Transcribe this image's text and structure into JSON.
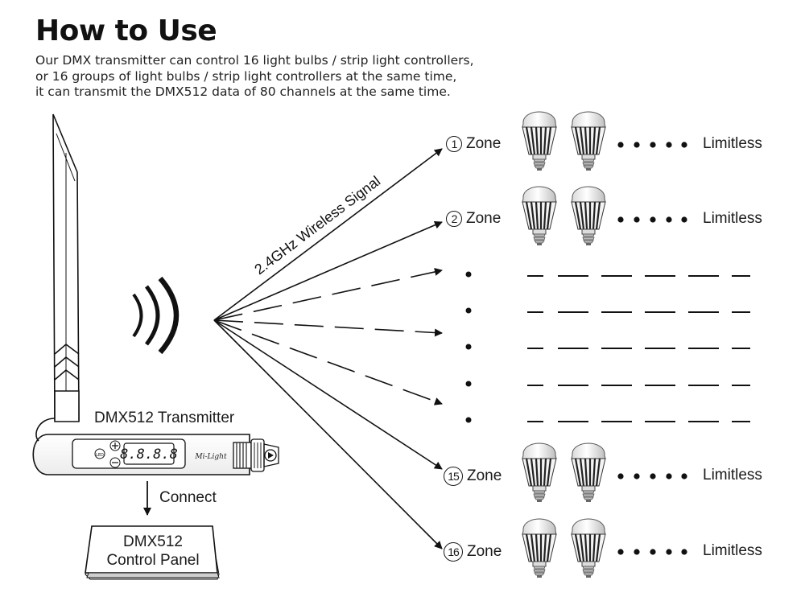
{
  "title": "How to Use",
  "description": [
    "Our DMX transmitter can control 16 light bulbs / strip light controllers,",
    "or 16 groups of light bulbs / strip light controllers at the same time,",
    "it can transmit the DMX512 data of 80 channels at the same time."
  ],
  "signal_label": "2.4GHz Wireless Signal",
  "transmitter": {
    "label": "DMX512 Transmitter",
    "display": "8.8.8.8",
    "brand": "Mi-Light",
    "btn_left": "LED"
  },
  "connect_label": "Connect",
  "control_panel": {
    "line1": "DMX512",
    "line2": "Control Panel"
  },
  "zones": [
    {
      "number": "1",
      "label": "Zone",
      "limit": "Limitless"
    },
    {
      "number": "2",
      "label": "Zone",
      "limit": "Limitless"
    },
    {
      "number": "15",
      "label": "Zone",
      "limit": "Limitless"
    },
    {
      "number": "16",
      "label": "Zone",
      "limit": "Limitless"
    }
  ]
}
